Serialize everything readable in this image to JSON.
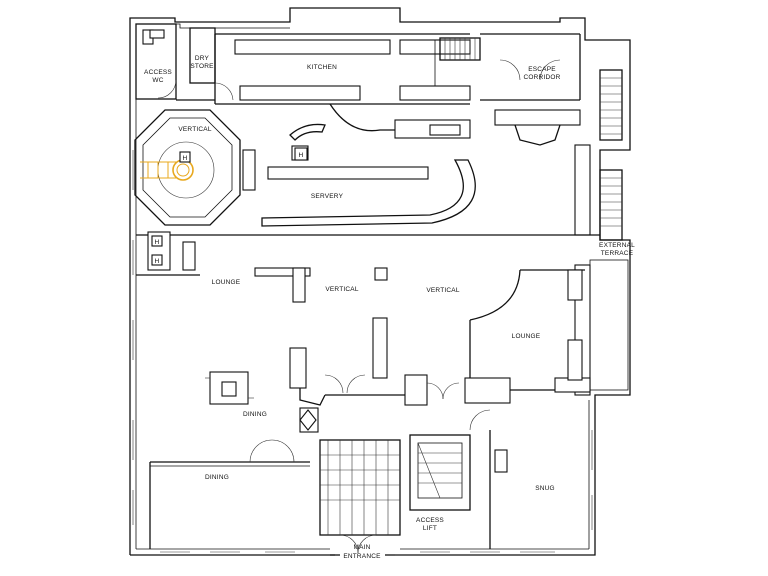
{
  "rooms": {
    "access_wc": [
      "ACCESS",
      "WC"
    ],
    "dry_store": [
      "DRY",
      "STORE"
    ],
    "kitchen": "KITCHEN",
    "escape_corridor": [
      "ESCAPE",
      "CORRIDOR"
    ],
    "vertical_top": "VERTICAL",
    "servery": "SERVERY",
    "external_terrace": [
      "EXTERNAL",
      "TERRACE"
    ],
    "lounge_left": "LOUNGE",
    "vertical_center": "VERTICAL",
    "vertical_right": "VERTICAL",
    "lounge_right": "LOUNGE",
    "dining_center": "DINING",
    "dining_left": "DINING",
    "snug": "SNUG",
    "access_lift": [
      "ACCESS",
      "LIFT"
    ],
    "main_entrance": [
      "MAIN",
      "ENTRANCE"
    ]
  },
  "lift_markers": [
    "H",
    "H",
    "H",
    "H"
  ],
  "colors": {
    "walls": "#111111",
    "accent_circle": "#e8a81e",
    "background": "#ffffff"
  }
}
